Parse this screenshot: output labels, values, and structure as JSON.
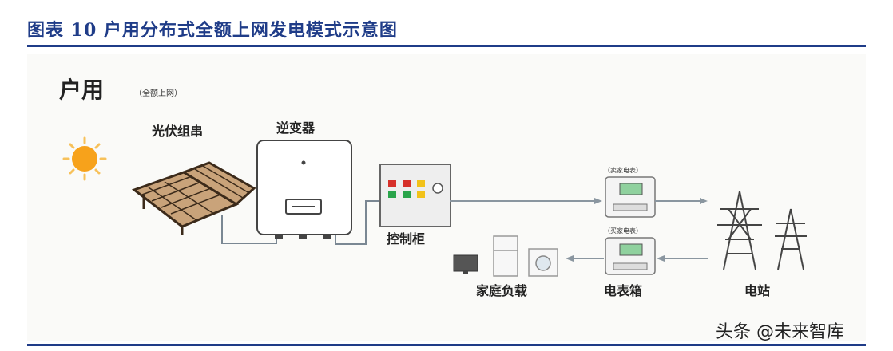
{
  "figure_title": "图表 10   户用分布式全额上网发电模式示意图",
  "diagram": {
    "heading_main": "户用",
    "heading_sub": "（全额上网）",
    "labels": {
      "pv_string": "光伏组串",
      "inverter": "逆变器",
      "control_cabinet": "控制柜",
      "meter_box": "电表箱",
      "household_load": "家庭负载",
      "power_station": "电站",
      "sell_meter": "（卖家电表）",
      "buy_meter": "（买家电表）"
    },
    "colors": {
      "title": "#1f3c88",
      "sun": "#f7a21b",
      "panel": "#c9a37a"
    }
  },
  "watermark": "头条 @未来智库"
}
